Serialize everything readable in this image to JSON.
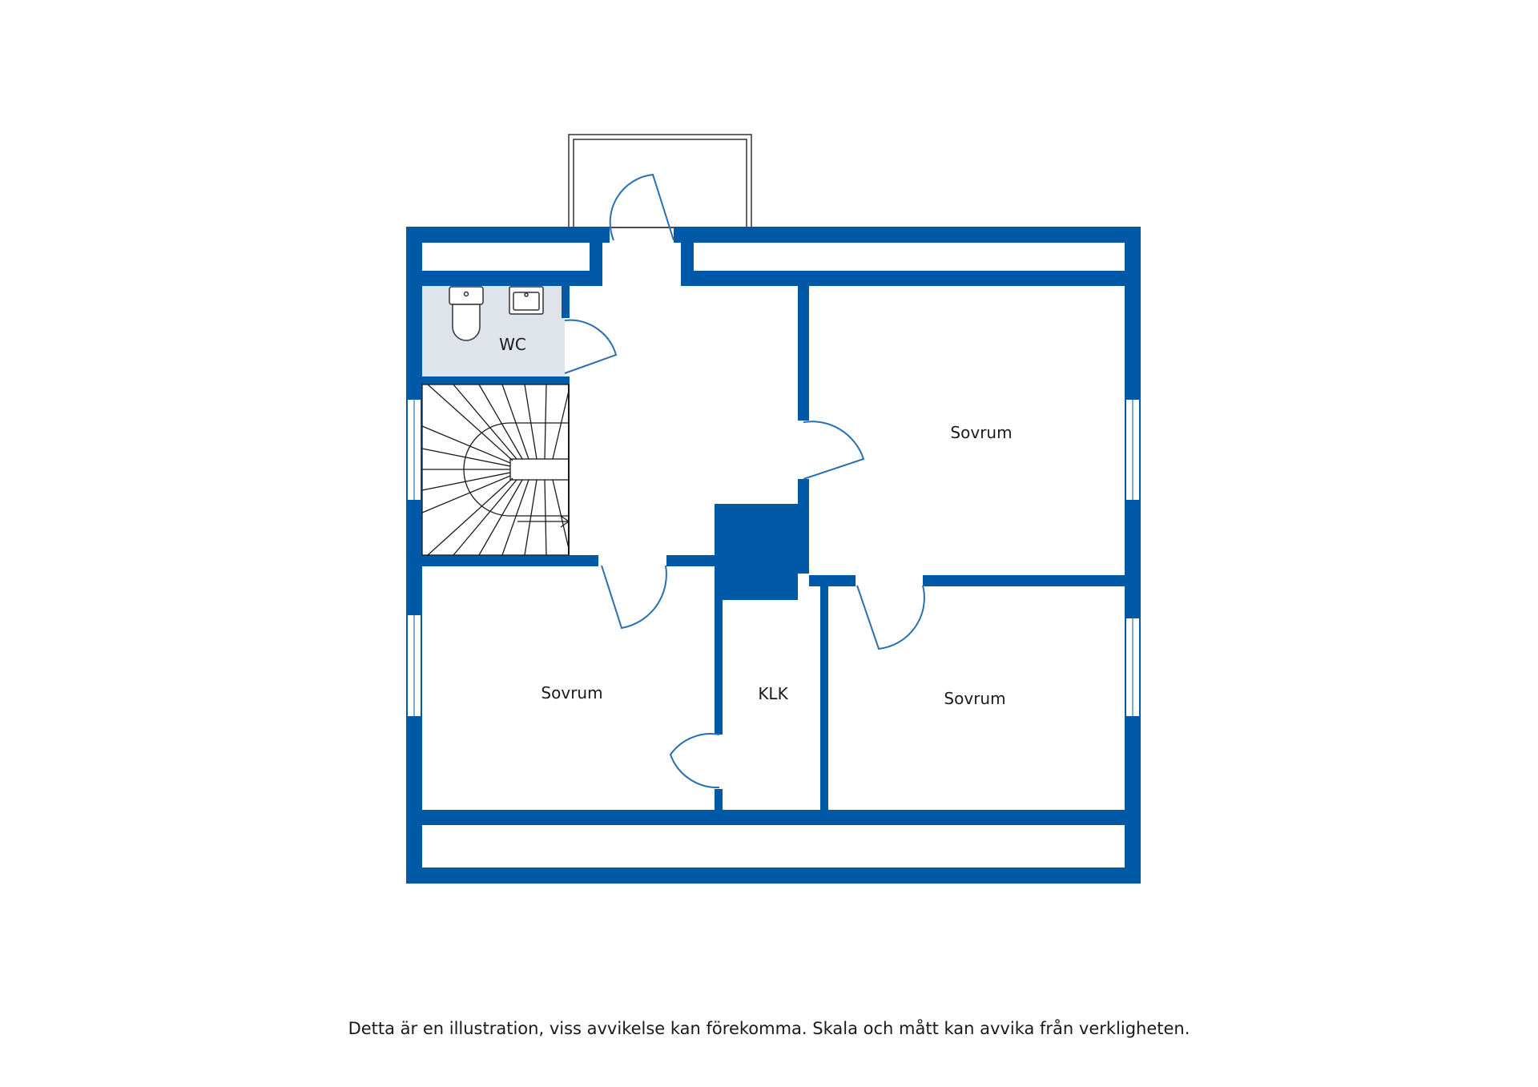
{
  "rooms": {
    "wc": "WC",
    "bedroom_upper_right": "Sovrum",
    "bedroom_lower_left": "Sovrum",
    "closet": "KLK",
    "bedroom_lower_right": "Sovrum"
  },
  "disclaimer": "Detta är en illustration, viss avvikelse kan förekomma. Skala och mått kan avvika från verkligheten.",
  "colors": {
    "wall": "#0059a6",
    "wet_room": "#dfe3ea",
    "door": "#2a6fb0",
    "line": "#1a1a1a"
  }
}
